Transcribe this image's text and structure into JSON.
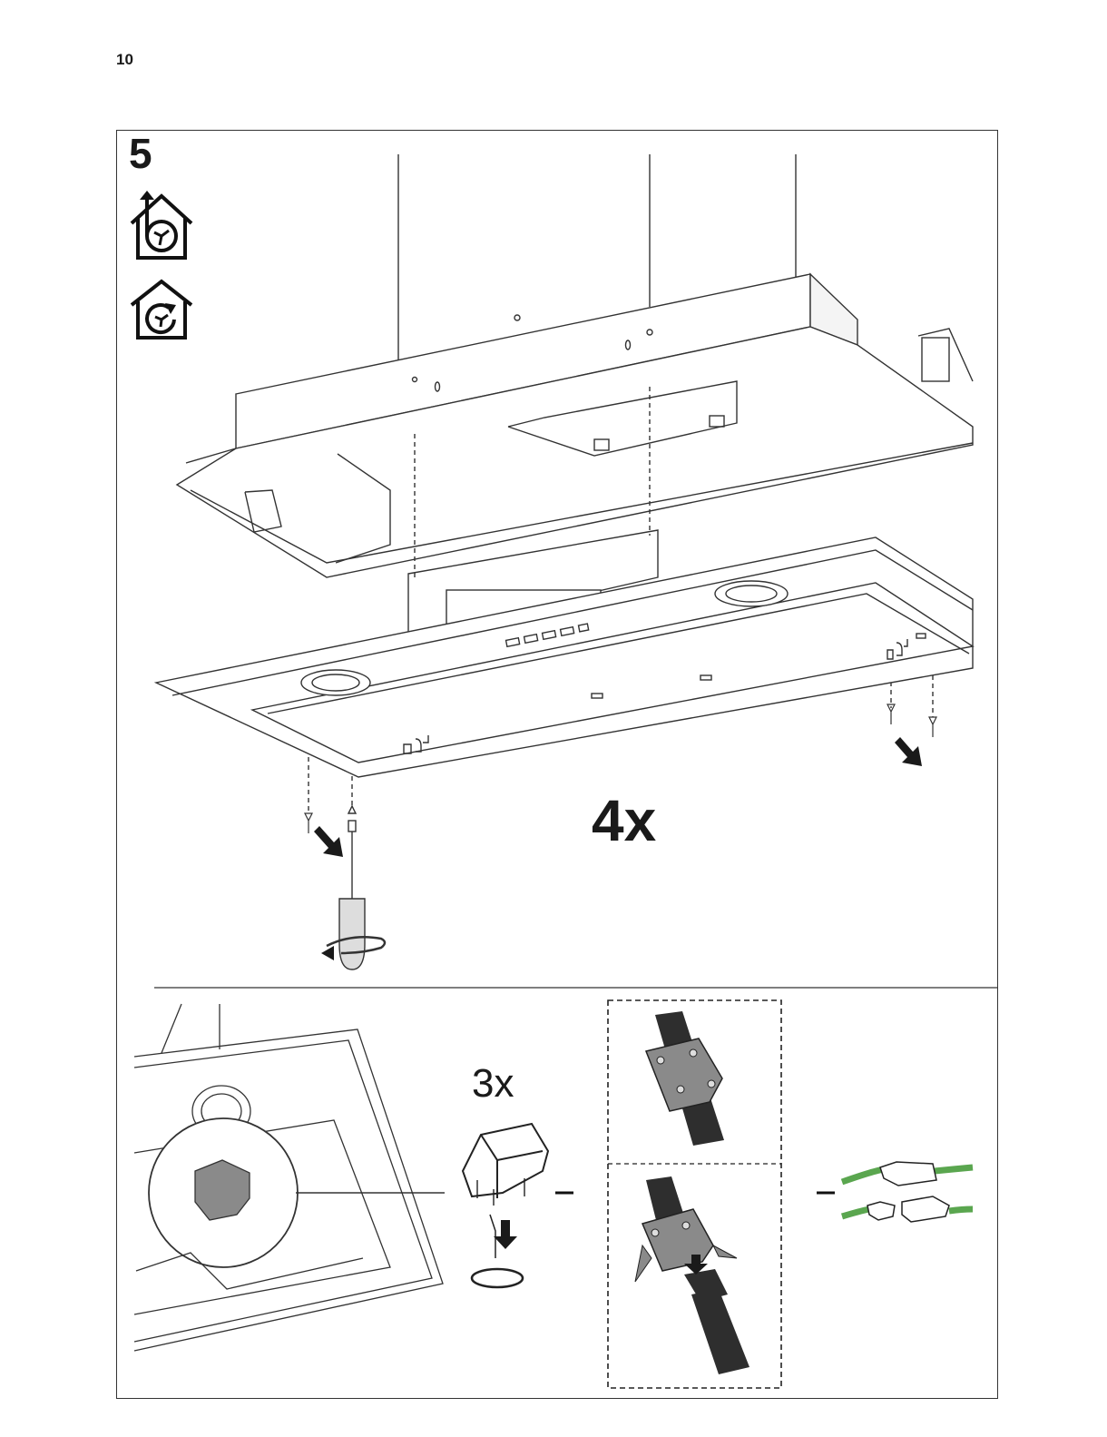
{
  "page": {
    "number": "10"
  },
  "step": {
    "number": "5"
  },
  "icons": {
    "extraction": "extraction-mode-house-icon",
    "recirculation": "recirculation-mode-house-icon"
  },
  "main_illustration": {
    "screw_count": "4x"
  },
  "detail": {
    "screw_count": "3x"
  },
  "colors": {
    "line": "#333333",
    "wire_green": "#5aa64f",
    "connector_gray": "#8a8a8a",
    "cable_dark": "#2e2e2e"
  }
}
